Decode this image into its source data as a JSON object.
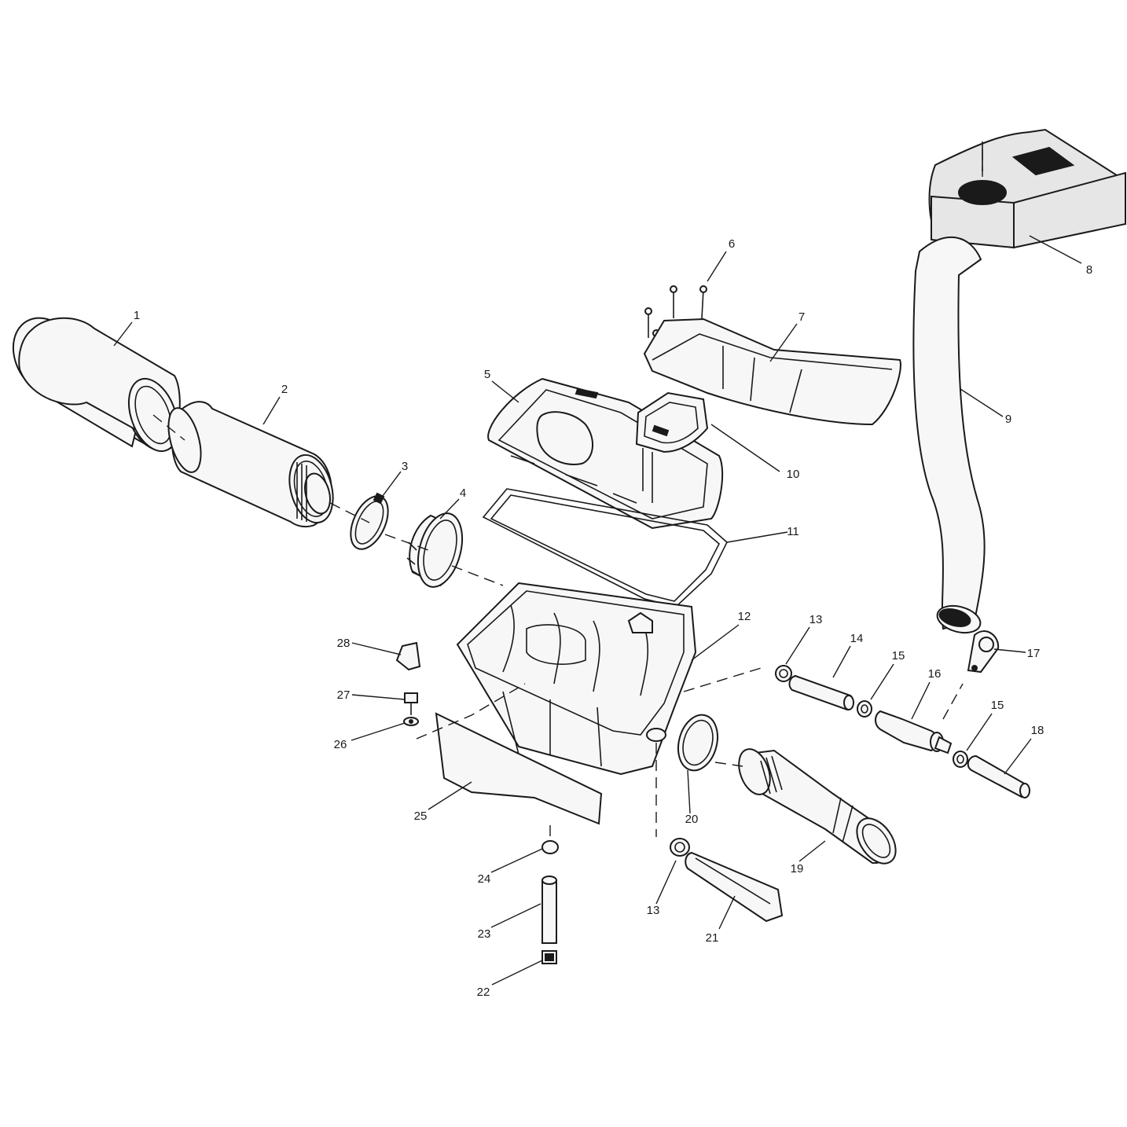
{
  "callouts": [
    {
      "id": "1",
      "label": "1"
    },
    {
      "id": "2",
      "label": "2"
    },
    {
      "id": "3",
      "label": "3"
    },
    {
      "id": "4",
      "label": "4"
    },
    {
      "id": "5",
      "label": "5"
    },
    {
      "id": "6",
      "label": "6"
    },
    {
      "id": "7",
      "label": "7"
    },
    {
      "id": "8",
      "label": "8"
    },
    {
      "id": "9",
      "label": "9"
    },
    {
      "id": "10",
      "label": "10"
    },
    {
      "id": "11",
      "label": "11"
    },
    {
      "id": "12",
      "label": "12"
    },
    {
      "id": "13a",
      "label": "13"
    },
    {
      "id": "14",
      "label": "14"
    },
    {
      "id": "15a",
      "label": "15"
    },
    {
      "id": "16",
      "label": "16"
    },
    {
      "id": "17",
      "label": "17"
    },
    {
      "id": "15b",
      "label": "15"
    },
    {
      "id": "18",
      "label": "18"
    },
    {
      "id": "28",
      "label": "28"
    },
    {
      "id": "27",
      "label": "27"
    },
    {
      "id": "26",
      "label": "26"
    },
    {
      "id": "20",
      "label": "20"
    },
    {
      "id": "25",
      "label": "25"
    },
    {
      "id": "19",
      "label": "19"
    },
    {
      "id": "24",
      "label": "24"
    },
    {
      "id": "13b",
      "label": "13"
    },
    {
      "id": "23",
      "label": "23"
    },
    {
      "id": "21",
      "label": "21"
    },
    {
      "id": "22",
      "label": "22"
    }
  ]
}
